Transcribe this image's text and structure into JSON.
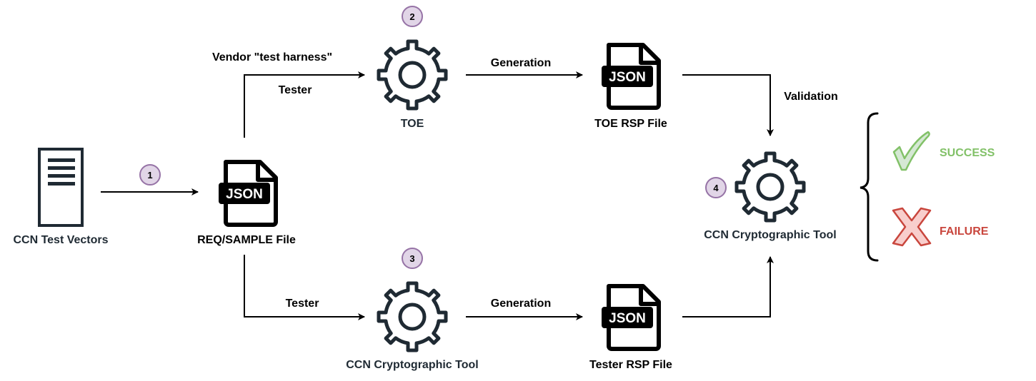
{
  "nodes": {
    "test_vectors": {
      "label": "CCN Test Vectors"
    },
    "req_file": {
      "label": "REQ/SAMPLE File",
      "icon_text": "JSON"
    },
    "toe": {
      "label": "TOE"
    },
    "toe_rsp": {
      "label": "TOE RSP File",
      "icon_text": "JSON"
    },
    "tester_tool": {
      "label": "CCN Cryptographic Tool"
    },
    "tester_rsp": {
      "label": "Tester RSP File",
      "icon_text": "JSON"
    },
    "validator_tool": {
      "label": "CCN Cryptographic Tool"
    }
  },
  "edges": {
    "vendor_harness": "Vendor \"test harness\"",
    "tester_top": "Tester",
    "tester_bottom": "Tester",
    "generation_top": "Generation",
    "generation_bottom": "Generation",
    "validation": "Validation"
  },
  "badges": {
    "b1": "1",
    "b2": "2",
    "b3": "3",
    "b4": "4"
  },
  "results": {
    "success": "SUCCESS",
    "failure": "FAILURE"
  },
  "colors": {
    "success": "#82c168",
    "failure": "#c9463d",
    "badge_fill": "#e1d5e7",
    "badge_stroke": "#9673a6",
    "icon_dark": "#1f2a33"
  }
}
